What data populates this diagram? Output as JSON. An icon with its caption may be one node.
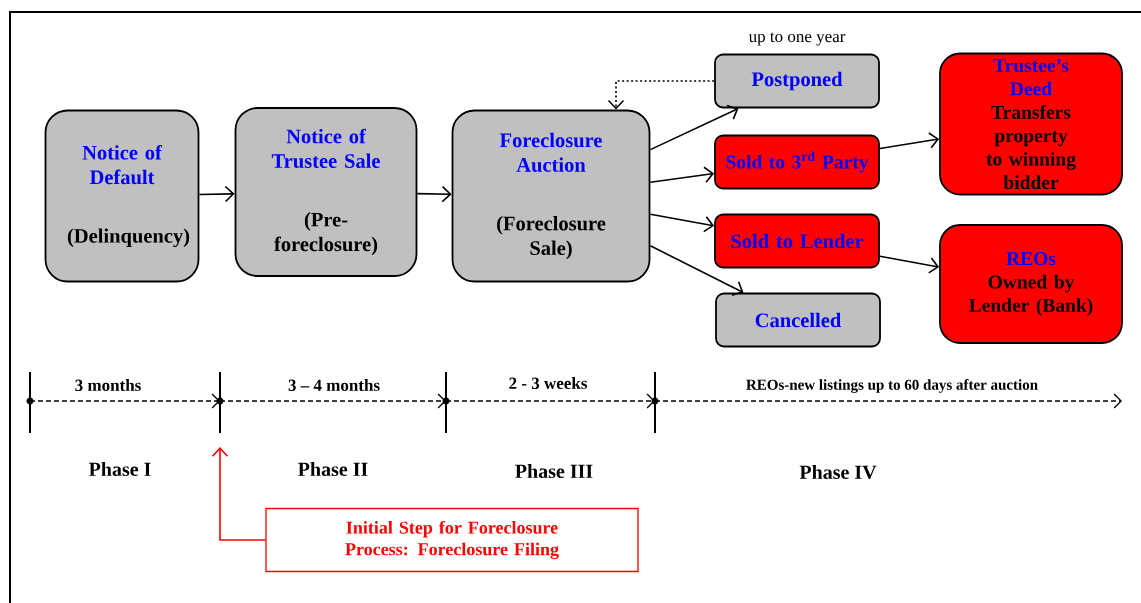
{
  "diagram": {
    "nodes": [
      {
        "text": [
          "Notice of Default",
          "(Delinquency)"
        ]
      },
      {
        "text": [
          "Notice of Trustee Sale",
          "(Pre-foreclosure)"
        ]
      },
      {
        "text": [
          "Foreclosure Auction",
          "(Foreclosure Sale)"
        ]
      },
      {
        "text": [
          "Postponed"
        ],
        "beside": [
          "up to one year"
        ]
      },
      {
        "text": [
          "Sold to 3$^{rd}$ Party"
        ]
      },
      {
        "text": [
          "Sold to Lender"
        ]
      },
      {
        "text": [
          "Cancelled"
        ]
      },
      {
        "text": [
          "Trustee’s Deed",
          "Transfers property to winning bidder"
        ]
      },
      {
        "text": [
          "REOs",
          "Owned by Lender (Bank)"
        ]
      },
      {
        "text": [
          "Initial Step for Foreclosure Process: Foreclosure Filing"
        ]
      }
    ],
    "edges": [
      {
        "from": 0,
        "to": 1,
        "arrow": "to"
      },
      {
        "from": 1,
        "to": 2,
        "arrow": "to"
      },
      {
        "from": 2,
        "to": 3,
        "arrow": "to"
      },
      {
        "from": 2,
        "to": 4,
        "arrow": "to"
      },
      {
        "from": 2,
        "to": 5,
        "arrow": "to"
      },
      {
        "from": 2,
        "to": 6,
        "arrow": "to"
      },
      {
        "from": 4,
        "to": 7,
        "arrow": "to"
      },
      {
        "from": 5,
        "to": 8,
        "arrow": "to"
      },
      {
        "from": 3,
        "to": 2,
        "arrow": "to",
        "style": "dashed"
      },
      {
        "from": 9,
        "to": null,
        "arrow": "to",
        "color": "#ff0000"
      }
    ],
    "labels": [
      "3 months",
      "3 – 4 months",
      "2 - 3 weeks",
      "REOs-new listings up to 60 days after auction",
      "Phase I",
      "Phase II",
      "Phase III",
      "Phase IV"
    ]
  }
}
